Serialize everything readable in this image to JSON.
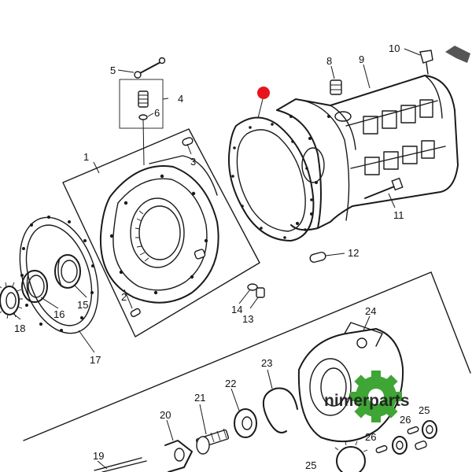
{
  "diagram": {
    "callouts": [
      {
        "id": "c1",
        "label": "1"
      },
      {
        "id": "c2",
        "label": "2"
      },
      {
        "id": "c3",
        "label": "3"
      },
      {
        "id": "c4",
        "label": "4"
      },
      {
        "id": "c5",
        "label": "5"
      },
      {
        "id": "c6",
        "label": "6"
      },
      {
        "id": "c8",
        "label": "8"
      },
      {
        "id": "c9",
        "label": "9"
      },
      {
        "id": "c10",
        "label": "10"
      },
      {
        "id": "c11",
        "label": "11"
      },
      {
        "id": "c12",
        "label": "12"
      },
      {
        "id": "c13",
        "label": "13"
      },
      {
        "id": "c14",
        "label": "14"
      },
      {
        "id": "c15",
        "label": "15"
      },
      {
        "id": "c16",
        "label": "16"
      },
      {
        "id": "c17",
        "label": "17"
      },
      {
        "id": "c18",
        "label": "18"
      },
      {
        "id": "c19",
        "label": "19"
      },
      {
        "id": "c20",
        "label": "20"
      },
      {
        "id": "c21",
        "label": "21"
      },
      {
        "id": "c22",
        "label": "22"
      },
      {
        "id": "c23",
        "label": "23"
      },
      {
        "id": "c24",
        "label": "24"
      },
      {
        "id": "c25a",
        "label": "25"
      },
      {
        "id": "c25b",
        "label": "25"
      },
      {
        "id": "c26a",
        "label": "26"
      },
      {
        "id": "c26b",
        "label": "26"
      }
    ],
    "marker_color": "#e8141c",
    "watermark": {
      "text": "nimerparts",
      "color": "#3fa535"
    }
  }
}
